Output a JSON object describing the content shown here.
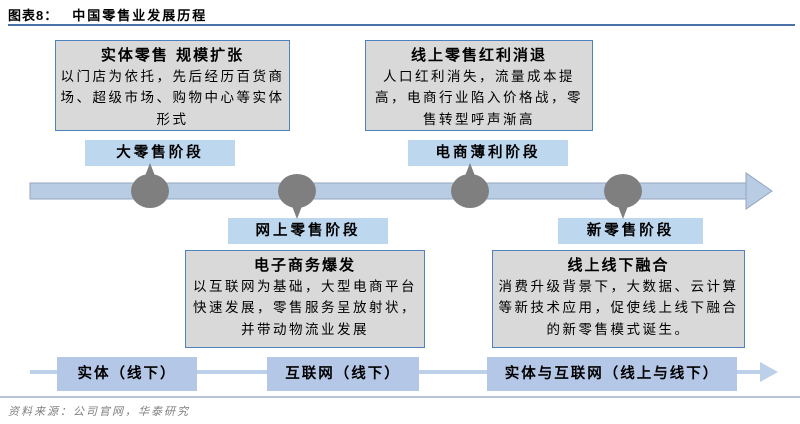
{
  "header": {
    "figure_label": "图表8：",
    "title": "中国零售业发展历程"
  },
  "boxes": {
    "top_left": {
      "title": "实体零售 规模扩张",
      "body": "以门店为依托，先后经历百货商场、超级市场、购物中心等实体形式"
    },
    "top_right": {
      "title": "线上零售红利消退",
      "body": "人口红利消失，流量成本提高，电商行业陷入价格战，零售转型呼声渐高"
    },
    "bottom_left": {
      "title": "电子商务爆发",
      "body": "以互联网为基础，大型电商平台快速发展，零售服务呈放射状，并带动物流业发展"
    },
    "bottom_right": {
      "title": "线上线下融合",
      "body": "消费升级背景下，大数据、云计算等新技术应用，促使线上线下融合的新零售模式诞生。"
    }
  },
  "stage_labels": {
    "top": [
      "大零售阶段",
      "电商薄利阶段"
    ],
    "bottom": [
      "网上零售阶段",
      "新零售阶段"
    ]
  },
  "bottom_bar": {
    "items": [
      "实体（线下）",
      "互联网（线下）",
      "实体与互联网（线上与线下）"
    ]
  },
  "footer": {
    "source": "资料来源：公司官网，华泰研究"
  },
  "colors": {
    "title_underline": "#4a72aa",
    "box_bg": "#d9d9d9",
    "box_border": "#4f81bd",
    "stage_label_bg": "#bdd7ee",
    "timeline_band": "#b8cce4",
    "timeline_node_gray": "#7f7f7f",
    "bottom_item_bg": "#b4c7e7",
    "bottom_line": "#bcd0ea",
    "footer_text": "#7f7f7f"
  }
}
